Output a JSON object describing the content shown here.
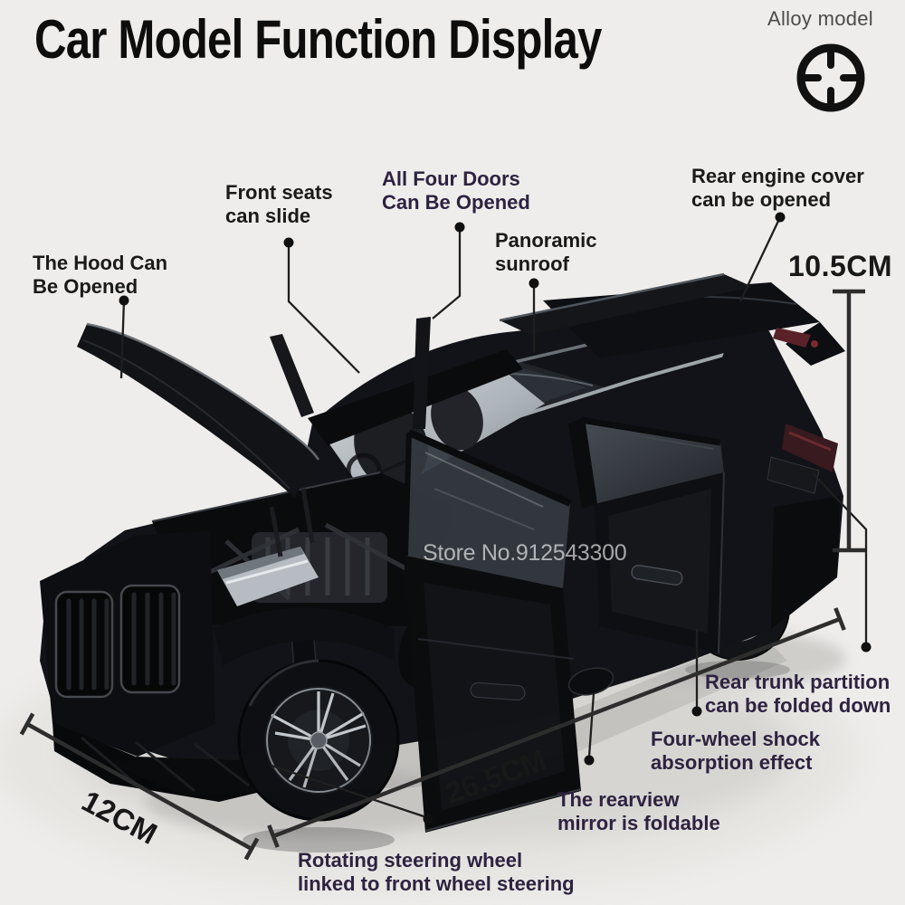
{
  "header": {
    "title": "Car Model Function Display",
    "material_label": "Alloy model",
    "icon": "steering-wheel-icon"
  },
  "watermark": "Store No.912543300",
  "colors": {
    "background": "#eeedeb",
    "label_dark": "#1a1a1a",
    "label_purple": "#2e2240",
    "leader_line": "#1f1f1f",
    "dimension_line": "#2d2d2d",
    "car_body_black": "#0e0f12",
    "wheel_spoke_silver": "#c3c8cd",
    "taillight_red": "#5a2228",
    "watermark_text": "#ffffff"
  },
  "callouts": {
    "hood": {
      "line1": "The Hood Can",
      "line2": "Be Opened"
    },
    "front_seats": {
      "line1": "Front seats",
      "line2": "can slide"
    },
    "four_doors": {
      "line1": "All Four Doors",
      "line2": "Can Be Opened"
    },
    "sunroof": {
      "line1": "Panoramic",
      "line2": "sunroof"
    },
    "rear_engine": {
      "line1": "Rear engine cover",
      "line2": "can be opened"
    },
    "trunk_partition": {
      "line1": "Rear trunk partition",
      "line2": "can be folded down"
    },
    "shock": {
      "line1": "Four-wheel shock",
      "line2": "absorption effect"
    },
    "rearview_mirror": {
      "line1": "The rearview",
      "line2": "mirror is foldable"
    },
    "steering": {
      "line1": "Rotating steering wheel",
      "line2": "linked to front wheel steering"
    }
  },
  "dimensions": {
    "height": "10.5CM",
    "length": "26.5CM",
    "width": "12CM"
  }
}
